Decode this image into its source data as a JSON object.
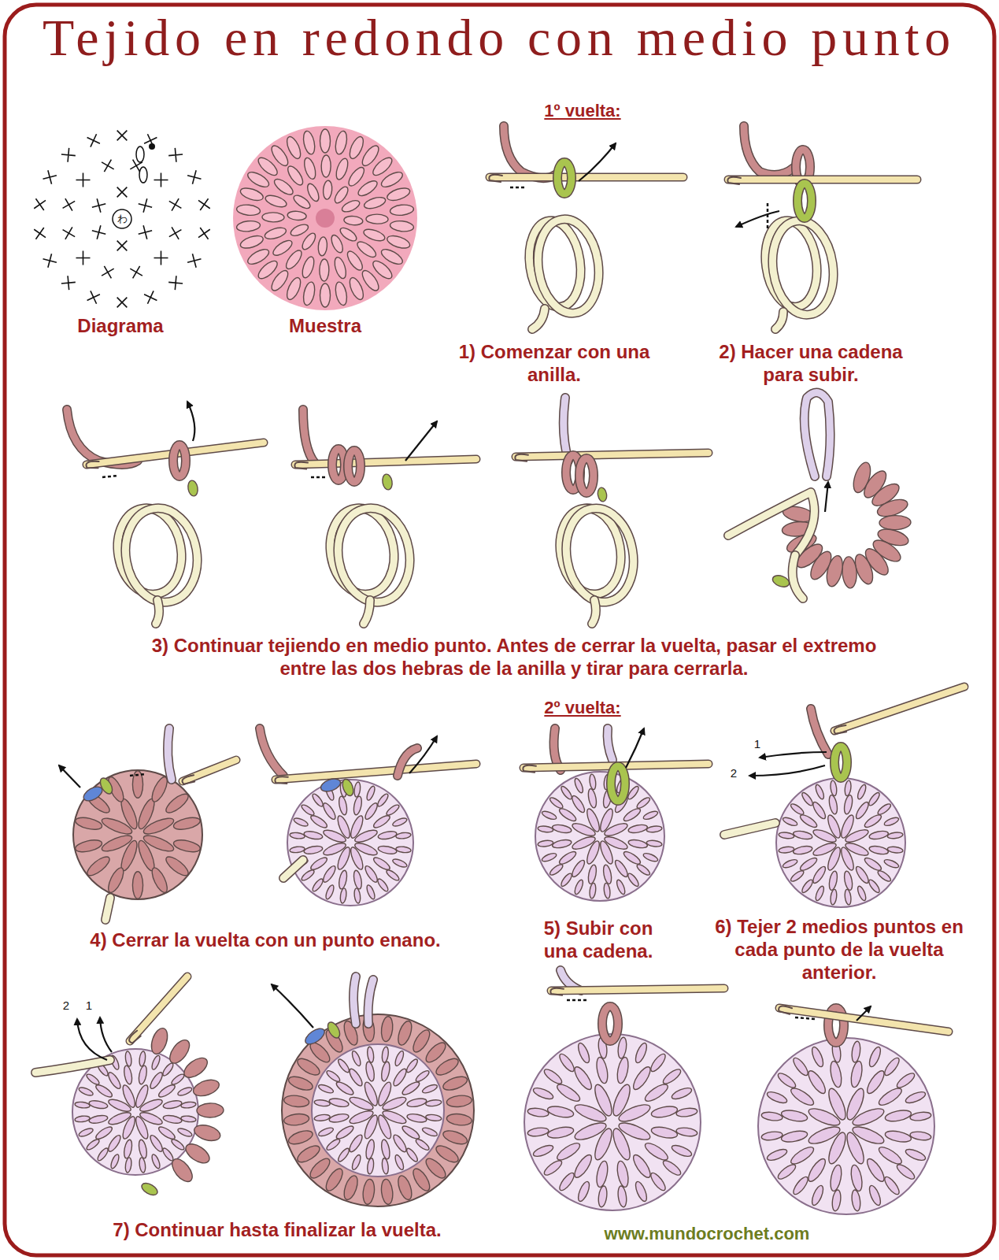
{
  "diagram": {
    "title": "Tejido en redondo con medio punto",
    "labels": [
      "1º vuelta:",
      "わ",
      "Diagrama",
      "Muestra",
      "1) Comenzar con una anilla.",
      "2) Hacer una cadena para subir.",
      "3) Continuar tejiendo en medio punto. Antes de cerrar la vuelta, pasar el extremo entre las dos hebras de la anilla y tirar para cerrarla.",
      "2º vuelta:",
      "1",
      "2",
      "4) Cerrar la vuelta con un punto enano.",
      "5) Subir con una cadena.",
      "6) Tejer 2 medios puntos en cada punto de la vuelta anterior.",
      "2",
      "1",
      "7) Continuar hasta finalizar la vuelta.",
      "www.mundocrochet.com"
    ]
  }
}
